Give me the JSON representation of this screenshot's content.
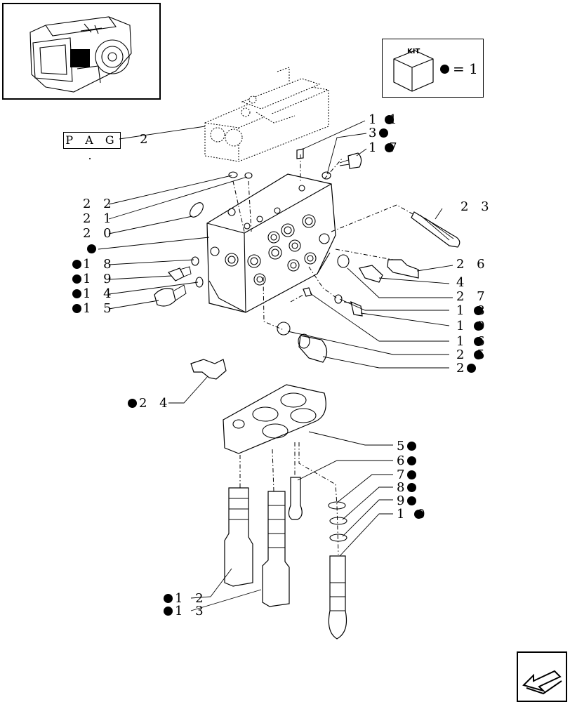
{
  "header": {
    "kit_label": "KIT",
    "kit_equals": "= 1"
  },
  "reference": {
    "pag_label": "P A G .",
    "pag_number": "2"
  },
  "labels": [
    {
      "id": "l1",
      "text": "1 1"
    },
    {
      "id": "l3",
      "text": "3"
    },
    {
      "id": "l17",
      "text": "1 7"
    },
    {
      "id": "l22",
      "text": "2 2"
    },
    {
      "id": "l21",
      "text": "2 1"
    },
    {
      "id": "l20",
      "text": "2 0"
    },
    {
      "id": "l23",
      "text": "2 3"
    },
    {
      "id": "l18a",
      "text": "1 8"
    },
    {
      "id": "l19a",
      "text": "1 9"
    },
    {
      "id": "l14",
      "text": "1 4"
    },
    {
      "id": "l15",
      "text": "1 5"
    },
    {
      "id": "l26",
      "text": "2 6"
    },
    {
      "id": "l4",
      "text": "4"
    },
    {
      "id": "l27",
      "text": "2 7"
    },
    {
      "id": "l18b",
      "text": "1 8"
    },
    {
      "id": "l19b",
      "text": "1 9"
    },
    {
      "id": "l16",
      "text": "1 6"
    },
    {
      "id": "l25",
      "text": "2 5"
    },
    {
      "id": "l2",
      "text": "2"
    },
    {
      "id": "l24",
      "text": "2 4"
    },
    {
      "id": "l5",
      "text": "5"
    },
    {
      "id": "l6",
      "text": "6"
    },
    {
      "id": "l7",
      "text": "7"
    },
    {
      "id": "l8",
      "text": "8"
    },
    {
      "id": "l9",
      "text": "9"
    },
    {
      "id": "l10",
      "text": "1 0"
    },
    {
      "id": "l12",
      "text": "1 2"
    },
    {
      "id": "l13",
      "text": "1 3"
    }
  ]
}
